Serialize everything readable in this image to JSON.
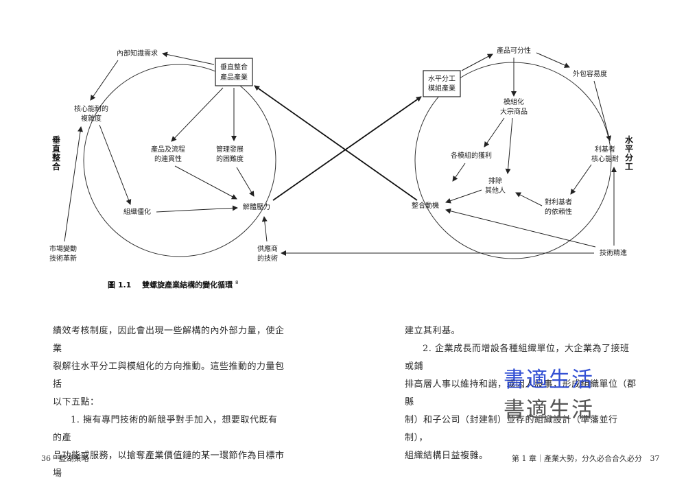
{
  "figure": {
    "left_axis_label": "垂直整合",
    "right_axis_label": "水平分工",
    "left_box": [
      "垂直整合",
      "產品產業"
    ],
    "right_box": [
      "水平分工",
      "模組產業"
    ],
    "nodes": {
      "internal_knowledge": "內部知識需求",
      "core_capability": [
        "核心能耐的",
        "複雜度"
      ],
      "product_process": [
        "產品及流程",
        "的連貫性"
      ],
      "management": [
        "管理發展",
        "的困難度"
      ],
      "org_rigidity": "組織僵化",
      "disintegration": "解體壓力",
      "market_tech": [
        "市場變動",
        "技術革新"
      ],
      "supplier_tech": [
        "供應商",
        "的技術"
      ],
      "divisibility": "產品可分性",
      "outsourcing": "外包容易度",
      "modular_commodity": [
        "模組化",
        "大宗商品"
      ],
      "module_profit": "各模組的獲利",
      "exclude_others": [
        "排除",
        "其他人"
      ],
      "integration_motive": "整合動機",
      "niche_core": [
        "利基者",
        "核心能耐"
      ],
      "niche_dependence": [
        "對利基者",
        "的依賴性"
      ],
      "tech_advance": "技術精進"
    },
    "caption_number": "圖 1.1",
    "caption_title": "雙螺旋產業結構的變化循環",
    "caption_note": "8"
  },
  "body": {
    "left_lines": [
      "績效考核制度，因此會出現一些解構的內外部力量，使企業",
      "裂解往水平分工與模組化的方向推動。這些推動的力量包括",
      "以下五點："
    ],
    "left_item1_lines": [
      "1. 擁有專門技術的新競爭對手加入，想要取代既有的產",
      "品功能或服務，以搶奪產業價值鏈的某一環節作為目標市場"
    ],
    "right_lines": [
      "建立其利基。"
    ],
    "right_item2_lines": [
      "2. 企業成長而增設各種組織單位，大企業為了接班或鋪",
      "排高層人事以維持和諧，或因人設事，形成組織單位（郡縣",
      "制）和子公司（封建制）並存的組織設計（準藩並行制），",
      "組織結構日益複雜。"
    ]
  },
  "footer": {
    "left_page": "36",
    "left_title": "藍湖策略",
    "right_chapter": "第 1 章｜產業大勢，分久必合合久必分",
    "right_page": "37"
  },
  "watermark": {
    "text_blue": "書適生活",
    "text_gray": "書適生活"
  }
}
